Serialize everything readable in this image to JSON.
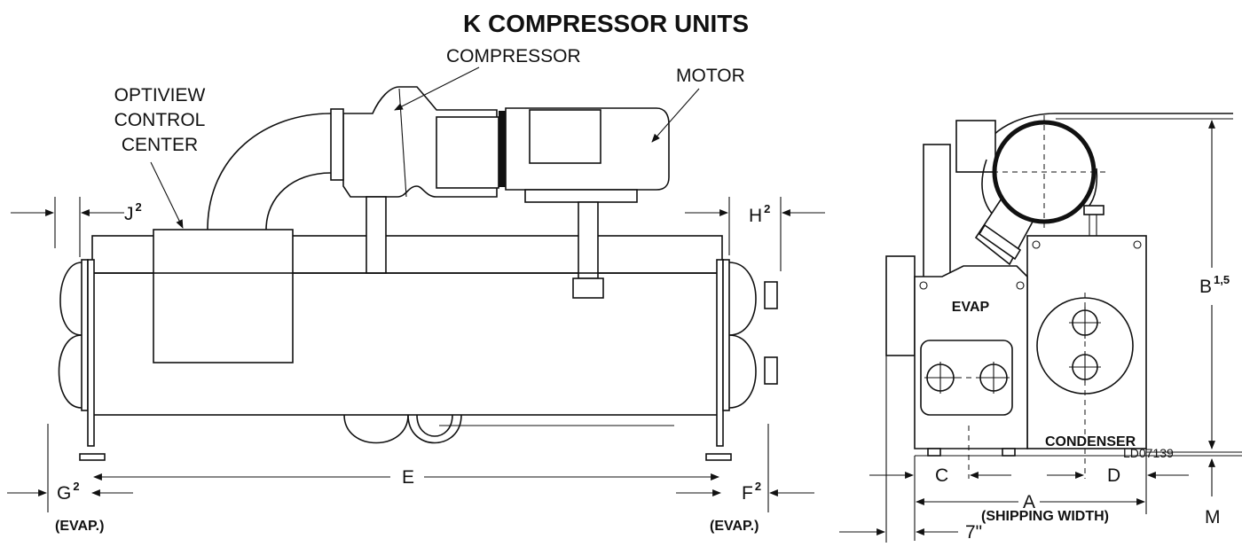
{
  "title": "K COMPRESSOR UNITS",
  "labels": {
    "compressor": "COMPRESSOR",
    "motor": "MOTOR",
    "optiview_line1": "OPTIVIEW",
    "optiview_line2": "CONTROL",
    "optiview_line3": "CENTER",
    "evap": "EVAP",
    "condenser": "CONDENSER",
    "drawing_id": "LD07139"
  },
  "dimensions": {
    "J": "J",
    "J_sup": "2",
    "H": "H",
    "H_sup": "2",
    "E": "E",
    "G": "G",
    "G_sup": "2",
    "G_note": "(EVAP.)",
    "F": "F",
    "F_sup": "2",
    "F_note": "(EVAP.)",
    "B": "B",
    "B_sup": "1,5",
    "C": "C",
    "D": "D",
    "A": "A",
    "A_note": "(SHIPPING WIDTH)",
    "M": "M",
    "seven": "7\""
  }
}
